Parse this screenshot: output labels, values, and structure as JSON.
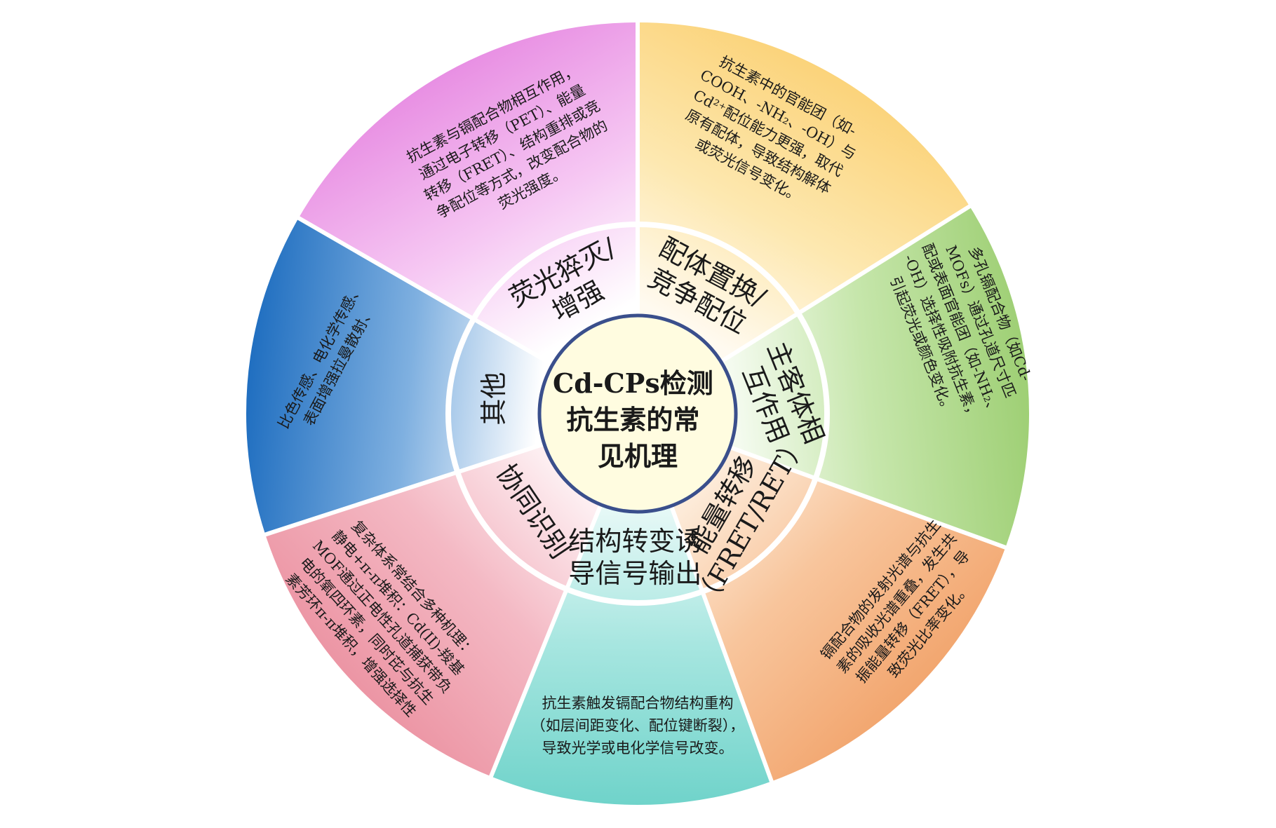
{
  "center": {
    "lines": [
      "Cd-CPs检测",
      "抗生素的常",
      "见机理"
    ]
  },
  "segments": [
    {
      "id": "quench",
      "mechanism": [
        "荧光猝灭/",
        "增强"
      ],
      "description": [
        "抗生素与镉配合物相互作用，",
        "通过电子转移（PET）、能量",
        "转移（FRET）、结构重排或竞",
        "争配位等方式，改变配合物的",
        "荧光强度。"
      ],
      "colors": [
        "#ffffff",
        "#f6c8f3",
        "#e88fe3"
      ]
    },
    {
      "id": "ligand",
      "mechanism": [
        "配体置换/",
        "竞争配位"
      ],
      "description": [
        "抗生素中的官能团（如-",
        "COOH、-NH₂、-OH）与",
        "Cd²⁺配位能力更强，取代",
        "原有配体，导致结构解体",
        "或荧光信号变化。"
      ],
      "colors": [
        "#fffaf0",
        "#fde8b0",
        "#fbd37a"
      ]
    },
    {
      "id": "hostguest",
      "mechanism": [
        "主客体相",
        "互作用"
      ],
      "description": [
        "多孔镉配合物（如Cd-",
        "MOFs）通过孔道尺寸匹",
        "配或表面官能团（如-NH₂、",
        "-OH）选择性吸附抗生素，",
        "引起荧光或颜色变化。"
      ],
      "colors": [
        "#f4fbef",
        "#c6e6ab",
        "#9ecf74"
      ]
    },
    {
      "id": "energy",
      "mechanism": [
        "能量转移",
        "（FRET/RET）"
      ],
      "description": [
        "镉配合物的发射光谱与抗生",
        "素的吸收光谱重叠，发生共",
        "振能量转移（FRET），导",
        "致荧光比率变化。"
      ],
      "colors": [
        "#fdebd9",
        "#f8c59c",
        "#f2a66f"
      ]
    },
    {
      "id": "structure",
      "mechanism": [
        "结构转变诱",
        "导信号输出"
      ],
      "description": [
        "抗生素触发镉配合物结构重构",
        "（如层间距变化、配位键断裂），",
        "导致光学或电化学信号改变。"
      ],
      "colors": [
        "#e5f8f6",
        "#a7e6e0",
        "#6fd3ca"
      ]
    },
    {
      "id": "synergy",
      "mechanism": [
        "协同识别"
      ],
      "description": [
        "复杂体系常结合多种机理：",
        "静电+π-π堆积：Cd(II)-羧基",
        "MOF通过正电性孔道捕获带负",
        "电的氧四环素，同时芘与抗生",
        "素芳环π-π堆积，增强选择性"
      ],
      "colors": [
        "#fdeef1",
        "#f4b9c4",
        "#ec95a4"
      ]
    },
    {
      "id": "other",
      "mechanism": [
        "其他"
      ],
      "description": [
        "比色传感、电化学传感、",
        "表面增强拉曼散射、"
      ],
      "colors": [
        "#ffffff",
        "#7fb0e0",
        "#1f6ec0"
      ]
    }
  ],
  "palette": {
    "center_fill": "#fffce0",
    "center_stroke": "#3a4f8c",
    "ring_stroke": "#ffffff"
  }
}
